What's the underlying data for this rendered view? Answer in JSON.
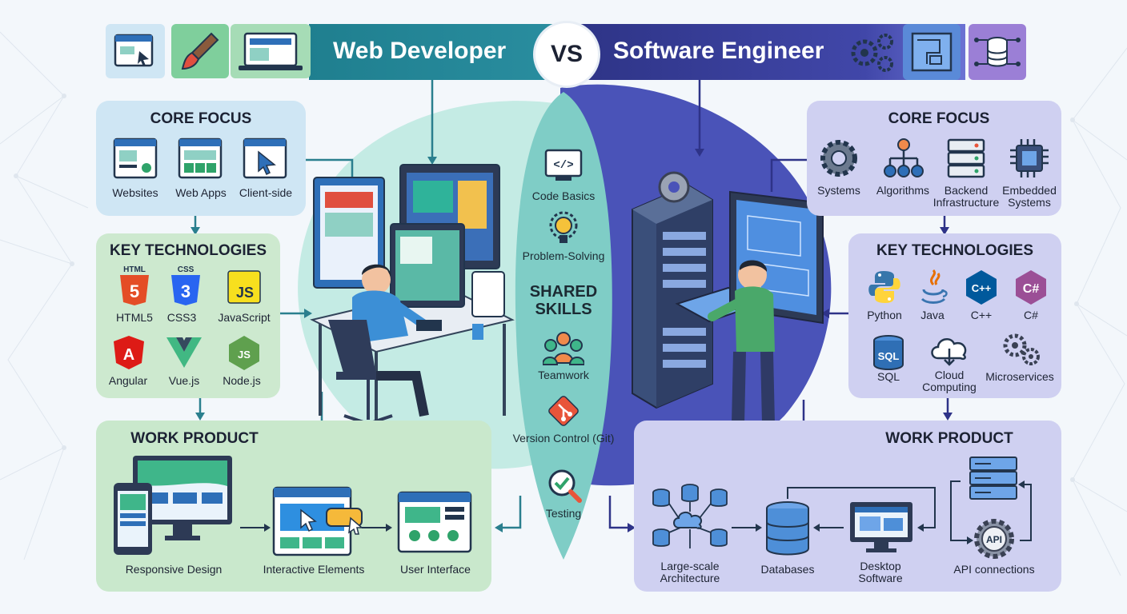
{
  "header": {
    "left_title": "Web Developer",
    "vs": "VS",
    "right_title": "Software Engineer"
  },
  "shared": {
    "title_line1": "SHARED",
    "title_line2": "SKILLS",
    "items": [
      {
        "label": "Code Basics",
        "icon": "code-brackets-icon"
      },
      {
        "label": "Problem-Solving",
        "icon": "lightbulb-gear-icon"
      },
      {
        "label": "Teamwork",
        "icon": "team-icon"
      },
      {
        "label": "Version Control (Git)",
        "icon": "git-icon"
      },
      {
        "label": "Testing",
        "icon": "magnifier-check-icon"
      }
    ]
  },
  "web": {
    "core_focus": {
      "title": "CORE FOCUS",
      "items": [
        {
          "label": "Websites",
          "icon": "website-window-icon"
        },
        {
          "label": "Web Apps",
          "icon": "web-app-window-icon"
        },
        {
          "label": "Client-side",
          "icon": "cursor-window-icon"
        }
      ]
    },
    "key_technologies": {
      "title": "KEY TECHNOLOGIES",
      "items": [
        {
          "label": "HTML5",
          "badge": "HTML",
          "glyph": "5",
          "color": "#e44d26",
          "icon": "html5-icon"
        },
        {
          "label": "CSS3",
          "badge": "CSS",
          "glyph": "3",
          "color": "#2965f1",
          "icon": "css3-icon"
        },
        {
          "label": "JavaScript",
          "glyph": "JS",
          "color": "#f7df1e",
          "icon": "javascript-icon"
        },
        {
          "label": "Angular",
          "glyph": "A",
          "color": "#dd1b16",
          "icon": "angular-icon"
        },
        {
          "label": "Vue.js",
          "color": "#41b883",
          "icon": "vue-icon"
        },
        {
          "label": "Node.js",
          "glyph": "JS",
          "color": "#5fa04e",
          "icon": "nodejs-icon"
        }
      ]
    },
    "work_product": {
      "title": "WORK PRODUCT",
      "items": [
        {
          "label": "Responsive Design",
          "icon": "responsive-devices-icon"
        },
        {
          "label": "Interactive Elements",
          "icon": "interactive-window-icon"
        },
        {
          "label": "User Interface",
          "icon": "ui-window-icon"
        }
      ]
    }
  },
  "software": {
    "core_focus": {
      "title": "CORE FOCUS",
      "items": [
        {
          "label": "Systems",
          "icon": "gear-icon"
        },
        {
          "label": "Algorithms",
          "icon": "algorithm-tree-icon"
        },
        {
          "label": "Backend Infrastructure",
          "icon": "server-stack-icon"
        },
        {
          "label": "Embedded Systems",
          "icon": "chip-icon"
        }
      ]
    },
    "key_technologies": {
      "title": "KEY TECHNOLOGIES",
      "items": [
        {
          "label": "Python",
          "color": "#3776ab",
          "icon": "python-icon"
        },
        {
          "label": "Java",
          "color": "#e76f00",
          "icon": "java-icon"
        },
        {
          "label": "C++",
          "glyph": "C++",
          "color": "#00599c",
          "icon": "cplusplus-icon"
        },
        {
          "label": "C#",
          "glyph": "C#",
          "color": "#9b4f96",
          "icon": "csharp-icon"
        },
        {
          "label": "SQL",
          "glyph": "SQL",
          "color": "#2f6fb5",
          "icon": "sql-database-icon"
        },
        {
          "label": "Cloud Computing",
          "icon": "cloud-icon"
        },
        {
          "label": "Microservices",
          "icon": "gears-icon"
        }
      ]
    },
    "work_product": {
      "title": "WORK PRODUCT",
      "items": [
        {
          "label": "Large-scale Architecture",
          "icon": "architecture-icon"
        },
        {
          "label": "Databases",
          "icon": "database-icon"
        },
        {
          "label": "Desktop Software",
          "icon": "desktop-icon"
        },
        {
          "label": "API connections",
          "badge": "API",
          "icon": "api-gear-icon"
        }
      ]
    }
  },
  "colors": {
    "web_accent": "#1f7f8f",
    "software_accent": "#3a3f9e",
    "web_panel": "#c9e8cc",
    "software_panel": "#cfd0f1"
  }
}
